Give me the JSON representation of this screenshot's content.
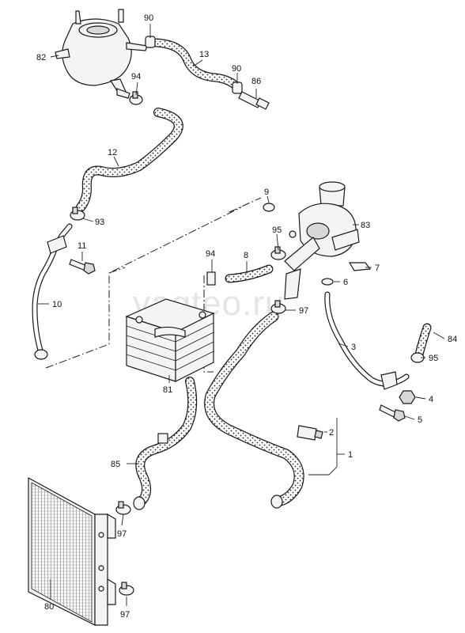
{
  "watermark": "vagteo.ru",
  "callouts": {
    "p82": "82",
    "p90a": "90",
    "p13": "13",
    "p90b": "90",
    "p86": "86",
    "p94a": "94",
    "p12": "12",
    "p9": "9",
    "p83": "83",
    "p93": "93",
    "p95a": "95",
    "p11": "11",
    "p94b": "94",
    "p8": "8",
    "p7": "7",
    "p6": "6",
    "p10": "10",
    "p97a": "97",
    "p3": "3",
    "p84": "84",
    "p95b": "95",
    "p81": "81",
    "p4": "4",
    "p5": "5",
    "p2": "2",
    "p1": "1",
    "p85": "85",
    "p97b": "97",
    "p80": "80",
    "p97c": "97"
  },
  "icons": [
    "expansion-tank-icon",
    "hose-icon",
    "clamp-icon",
    "radiator-icon",
    "oil-cooler-icon",
    "coolant-flange-icon",
    "bolt-icon",
    "pipe-icon"
  ]
}
